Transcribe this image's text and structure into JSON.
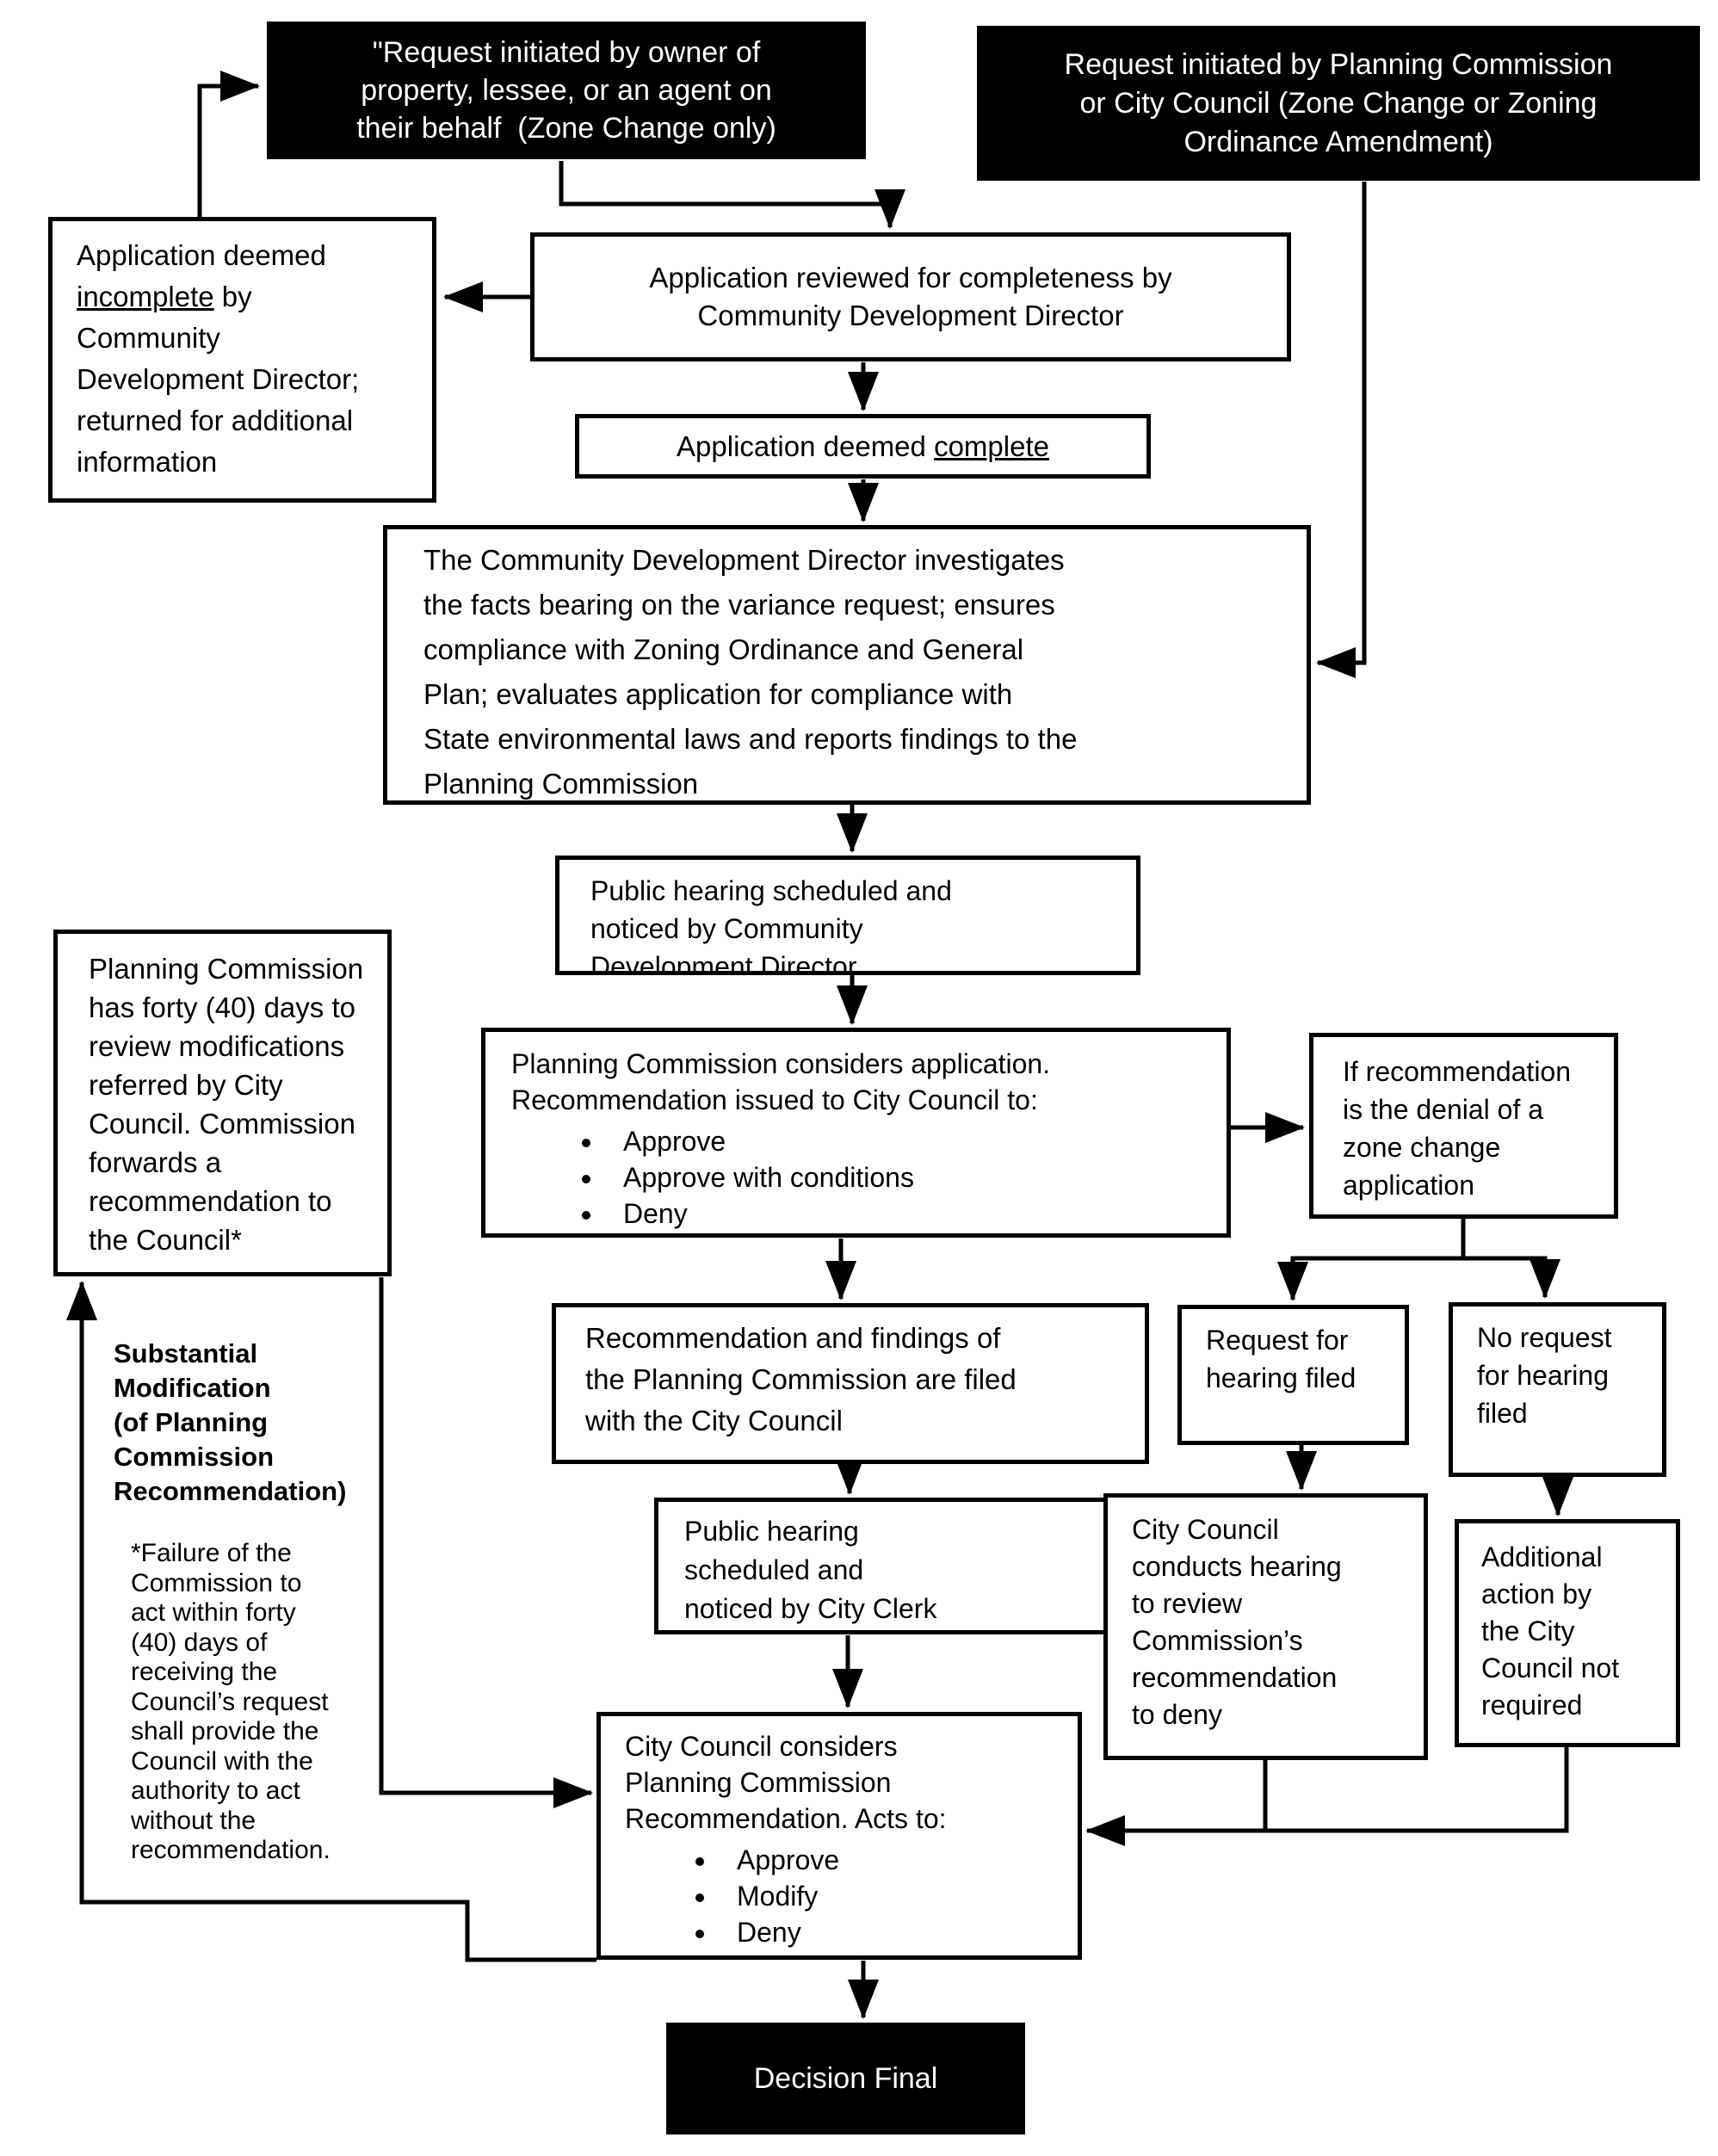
{
  "page": {
    "background": "#ffffff",
    "ink": "#000000"
  },
  "boxes": {
    "owner_request": {
      "text": "\"Request initiated by owner of\nproperty, lessee, or an agent on\ntheir behalf  (Zone Change only)"
    },
    "commission_request": {
      "text": "Request initiated by Planning Commission\nor City Council (Zone Change or Zoning\nOrdinance Amendment)"
    },
    "application_reviewed": {
      "text": "Application reviewed for completeness by\nCommunity Development Director"
    },
    "application_incomplete": {
      "prefix": "Application deemed ",
      "underlined": "incomplete",
      "suffix": " by Community Development Director; returned for additional information"
    },
    "application_complete": {
      "prefix": "Application deemed ",
      "underlined": "complete"
    },
    "director_investigates": {
      "text": "The Community Development Director investigates\nthe facts bearing on the variance request; ensures\ncompliance with Zoning Ordinance and General\nPlan; evaluates application for compliance with\nState environmental laws and reports findings to the\nPlanning Commission"
    },
    "public_hearing_cdd": {
      "text": "Public hearing scheduled and\nnoticed by Community\nDevelopment Director"
    },
    "pc_considers": {
      "intro": "Planning Commission considers application.\nRecommendation issued to City Council to:",
      "bullets": [
        "Approve",
        "Approve with conditions",
        "Deny"
      ]
    },
    "if_denial": {
      "text": "If recommendation\nis the denial of a\nzone change\napplication"
    },
    "forty_days": {
      "text": "Planning Commission\nhas forty (40) days to\nreview modifications\nreferred by City\nCouncil. Commission\nforwards a\nrecommendation to\nthe Council*"
    },
    "rec_findings": {
      "text": "Recommendation and findings of\nthe Planning Commission are filed\nwith the City Council"
    },
    "request_hearing": {
      "text": "Request for\nhearing filed"
    },
    "no_request": {
      "text": "No request\nfor hearing\nfiled"
    },
    "public_hearing_clerk": {
      "text": "Public hearing\nscheduled and\nnoticed by City Clerk"
    },
    "cc_hearing": {
      "text": "City Council\nconducts hearing\nto review\nCommission’s\nrecommendation\nto deny"
    },
    "additional_action": {
      "text": "Additional\naction by\nthe City\nCouncil not\nrequired"
    },
    "cc_considers": {
      "intro": "City Council considers\nPlanning Commission\nRecommendation. Acts to:",
      "bullets": [
        "Approve",
        "Modify",
        "Deny"
      ]
    },
    "decision_final": {
      "text": "Decision Final"
    }
  },
  "notes": {
    "substantial_modification": {
      "title": "Substantial\nModification\n(of Planning\nCommission\nRecommendation)",
      "footnote": "*Failure of the\nCommission to\nact within forty\n(40) days of\nreceiving the\nCouncil’s request\nshall provide the\nCouncil with the\nauthority to act\nwithout the\nrecommendation."
    }
  }
}
